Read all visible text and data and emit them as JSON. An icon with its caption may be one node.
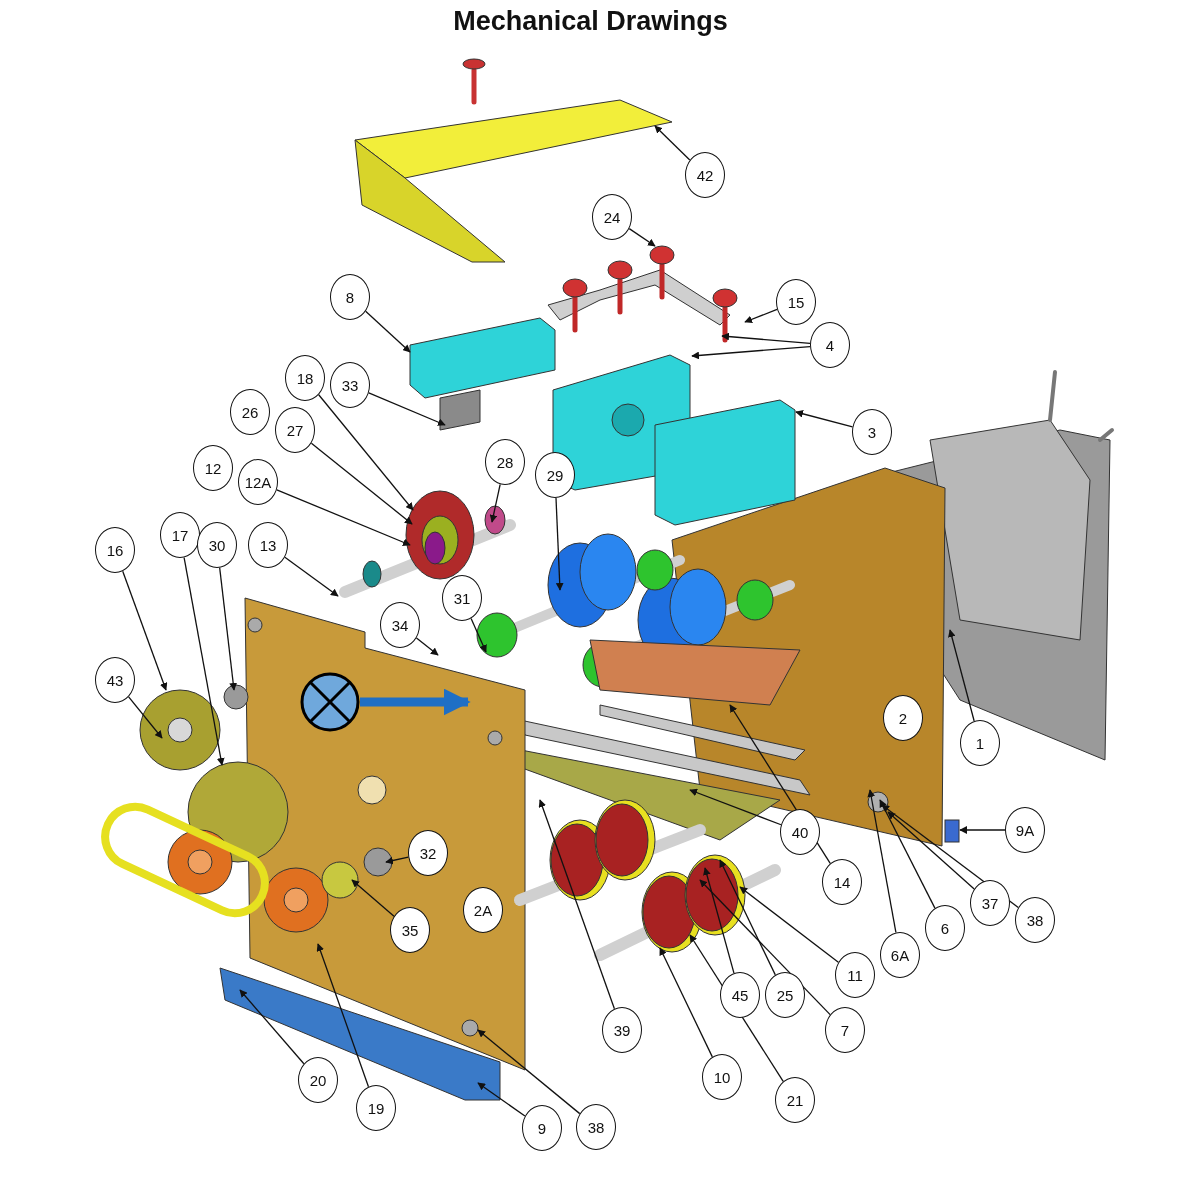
{
  "diagram": {
    "title": "Mechanical Drawings",
    "nodes": [
      {
        "text": [
          "42"
        ]
      },
      {
        "text": [
          "24"
        ]
      },
      {
        "text": [
          "15"
        ]
      },
      {
        "text": [
          "4"
        ]
      },
      {
        "text": [
          "8"
        ]
      },
      {
        "text": [
          "33"
        ]
      },
      {
        "text": [
          "3"
        ]
      },
      {
        "text": [
          "18"
        ]
      },
      {
        "text": [
          "26"
        ]
      },
      {
        "text": [
          "27"
        ]
      },
      {
        "text": [
          "12"
        ]
      },
      {
        "text": [
          "12A"
        ]
      },
      {
        "text": [
          "28"
        ]
      },
      {
        "text": [
          "29"
        ]
      },
      {
        "text": [
          "13"
        ]
      },
      {
        "text": [
          "16"
        ]
      },
      {
        "text": [
          "17"
        ]
      },
      {
        "text": [
          "30"
        ]
      },
      {
        "text": [
          "31"
        ]
      },
      {
        "text": [
          "34"
        ]
      },
      {
        "text": [
          "43"
        ]
      },
      {
        "text": [
          "1"
        ]
      },
      {
        "text": [
          "2"
        ]
      },
      {
        "text": [
          "9A"
        ]
      },
      {
        "text": [
          "40"
        ]
      },
      {
        "text": [
          "14"
        ]
      },
      {
        "text": [
          "6A"
        ]
      },
      {
        "text": [
          "6"
        ]
      },
      {
        "text": [
          "37"
        ]
      },
      {
        "text": [
          "38"
        ]
      },
      {
        "text": [
          "11"
        ]
      },
      {
        "text": [
          "7"
        ]
      },
      {
        "text": [
          "25"
        ]
      },
      {
        "text": [
          "45"
        ]
      },
      {
        "text": [
          "21"
        ]
      },
      {
        "text": [
          "10"
        ]
      },
      {
        "text": [
          "39"
        ]
      },
      {
        "text": [
          "32"
        ]
      },
      {
        "text": [
          "35"
        ]
      },
      {
        "text": [
          "2A"
        ]
      },
      {
        "text": [
          "19"
        ]
      },
      {
        "text": [
          "20"
        ]
      },
      {
        "text": [
          "9"
        ]
      },
      {
        "text": [
          "38"
        ]
      },
      {
        "text": [],
        "shape": "circle"
      }
    ],
    "edges": [
      {
        "from": 0,
        "to": null,
        "arrow": "to"
      },
      {
        "from": 1,
        "to": null,
        "arrow": "to"
      },
      {
        "from": 2,
        "to": null,
        "arrow": "to"
      },
      {
        "from": 3,
        "to": null,
        "arrow": "to"
      },
      {
        "from": 3,
        "to": null,
        "arrow": "to"
      },
      {
        "from": 4,
        "to": null,
        "arrow": "to"
      },
      {
        "from": 5,
        "to": null,
        "arrow": "to"
      },
      {
        "from": 6,
        "to": null,
        "arrow": "to"
      },
      {
        "from": 7,
        "to": null,
        "arrow": "to"
      },
      {
        "from": 9,
        "to": null,
        "arrow": "to"
      },
      {
        "from": 11,
        "to": null,
        "arrow": "to"
      },
      {
        "from": 12,
        "to": null,
        "arrow": "to"
      },
      {
        "from": 13,
        "to": null,
        "arrow": "to"
      },
      {
        "from": 14,
        "to": null,
        "arrow": "to"
      },
      {
        "from": 15,
        "to": null,
        "arrow": "to"
      },
      {
        "from": 16,
        "to": null,
        "arrow": "to"
      },
      {
        "from": 17,
        "to": null,
        "arrow": "to"
      },
      {
        "from": 18,
        "to": null,
        "arrow": "to"
      },
      {
        "from": 19,
        "to": null,
        "arrow": "to"
      },
      {
        "from": 20,
        "to": null,
        "arrow": "to"
      },
      {
        "from": 21,
        "to": null,
        "arrow": "to"
      },
      {
        "from": 23,
        "to": null,
        "arrow": "to"
      },
      {
        "from": 24,
        "to": null,
        "arrow": "to"
      },
      {
        "from": 25,
        "to": null,
        "arrow": "to"
      },
      {
        "from": 26,
        "to": null,
        "arrow": "to"
      },
      {
        "from": 27,
        "to": null,
        "arrow": "to"
      },
      {
        "from": 28,
        "to": null,
        "arrow": "to"
      },
      {
        "from": 29,
        "to": null,
        "arrow": "to"
      },
      {
        "from": 30,
        "to": null,
        "arrow": "to"
      },
      {
        "from": 31,
        "to": null,
        "arrow": "to"
      },
      {
        "from": 32,
        "to": null,
        "arrow": "to"
      },
      {
        "from": 33,
        "to": null,
        "arrow": "to"
      },
      {
        "from": 34,
        "to": null,
        "arrow": "to"
      },
      {
        "from": 35,
        "to": null,
        "arrow": "to"
      },
      {
        "from": 36,
        "to": null,
        "arrow": "to"
      },
      {
        "from": 37,
        "to": null,
        "arrow": "to"
      },
      {
        "from": 38,
        "to": null,
        "arrow": "to"
      },
      {
        "from": 40,
        "to": null,
        "arrow": "to"
      },
      {
        "from": 41,
        "to": null,
        "arrow": "to"
      },
      {
        "from": 42,
        "to": null,
        "arrow": "to"
      },
      {
        "from": 43,
        "to": null,
        "arrow": "to"
      },
      {
        "from": 44,
        "to": null,
        "arrow": "to",
        "style": "thick",
        "color": "#1f6fc5"
      }
    ]
  }
}
